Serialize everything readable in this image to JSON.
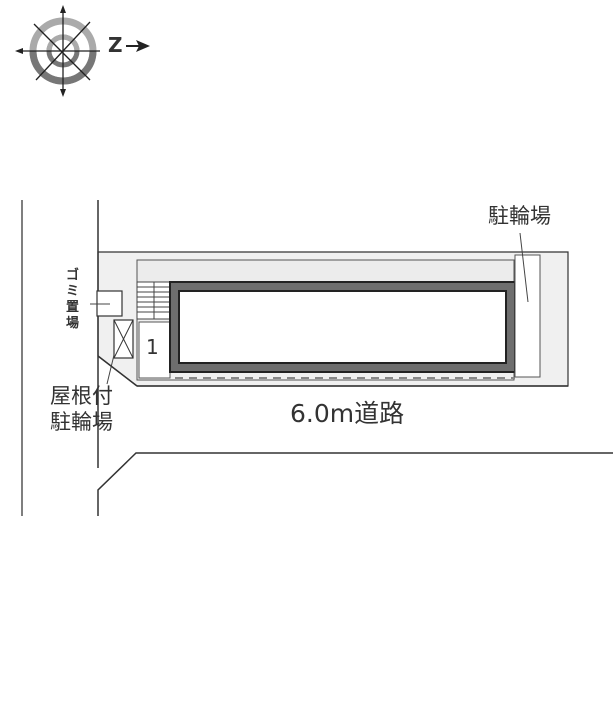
{
  "compass": {
    "north_letter": "Z",
    "icon": "compass-rose-icon",
    "north_direction": "right"
  },
  "labels": {
    "road": "6.0m道路",
    "bicycle_parking": "駐輪場",
    "covered_bicycle_parking": "屋根付駐輪場",
    "covered_bicycle_parking_line1": "屋根付",
    "covered_bicycle_parking_line2": "駐輪場",
    "garbage_area": "ゴミ置場",
    "parking_slot": "1"
  },
  "colors": {
    "line": "#333333",
    "lot_fill": "#f0f0f0",
    "building_wall": "#6e6e6e",
    "building_inner": "#ffffff",
    "compass_ring": "#a8a8a8",
    "compass_ring_dark": "#777777"
  }
}
